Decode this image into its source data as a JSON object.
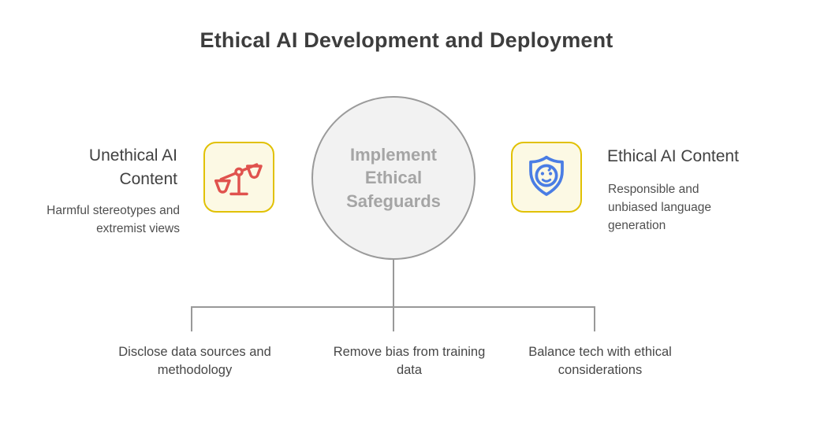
{
  "title": "Ethical AI Development and Deployment",
  "center_node": {
    "label": "Implement Ethical Safeguards"
  },
  "left_node": {
    "heading": "Unethical AI Content",
    "description": "Harmful stereotypes and extremist views",
    "icon": "scales-icon"
  },
  "right_node": {
    "heading": "Ethical AI Content",
    "description": "Responsible and unbiased language generation",
    "icon": "shield-smiley-icon"
  },
  "branches": [
    {
      "label": "Disclose data sources and methodology"
    },
    {
      "label": "Remove bias from training data"
    },
    {
      "label": "Balance tech with ethical considerations"
    }
  ],
  "colors": {
    "title_text": "#3d3d3d",
    "heading_text": "#414141",
    "body_text": "#4f4f4f",
    "circle_fill": "#f2f2f2",
    "circle_border": "#9b9b9b",
    "circle_text": "#a5a5a5",
    "connector": "#999999",
    "icon_box_fill": "#fcf9e4",
    "icon_box_border": "#e1c104",
    "scales_icon": "#e0534e",
    "shield_icon": "#4a7de4"
  }
}
